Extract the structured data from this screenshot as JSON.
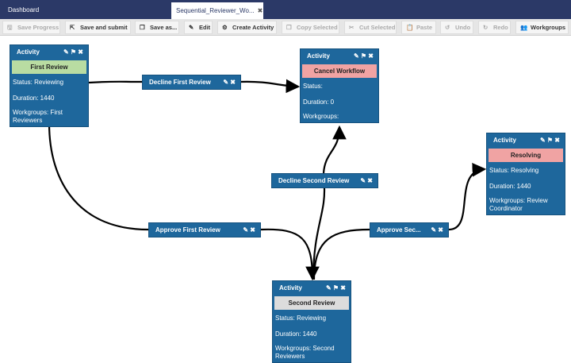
{
  "tabs": {
    "dashboard": "Dashboard",
    "active": "Sequential_Reviewer_Wo...",
    "close": "✖"
  },
  "toolbar": [
    {
      "label": "Save Progress",
      "icon": "save-icon",
      "glyph": "🖫",
      "disabled": true
    },
    {
      "label": "Save and submit",
      "icon": "share-icon",
      "glyph": "⇱",
      "disabled": false
    },
    {
      "label": "Save as...",
      "icon": "copy-icon",
      "glyph": "❐",
      "disabled": false
    },
    {
      "label": "Edit",
      "icon": "pencil-icon",
      "glyph": "✎",
      "disabled": false
    },
    {
      "label": "Create Activity",
      "icon": "gear-icon",
      "glyph": "⚙",
      "disabled": false
    },
    {
      "label": "Copy Selected",
      "icon": "copy-icon",
      "glyph": "❐",
      "disabled": true
    },
    {
      "label": "Cut Selected",
      "icon": "scissors-icon",
      "glyph": "✂",
      "disabled": true
    },
    {
      "label": "Paste",
      "icon": "paste-icon",
      "glyph": "📋",
      "disabled": true
    },
    {
      "label": "Undo",
      "icon": "undo-icon",
      "glyph": "↺",
      "disabled": true
    },
    {
      "label": "Redo",
      "icon": "redo-icon",
      "glyph": "↻",
      "disabled": true
    },
    {
      "label": "Workgroups",
      "icon": "users-icon",
      "glyph": "👥",
      "disabled": false
    }
  ],
  "activities": [
    {
      "header": "Activity",
      "title": "First Review",
      "band_color": "#b9dca2",
      "status": "Status: Reviewing",
      "duration": "Duration: 1440",
      "workgroups": "Workgroups: First Reviewers"
    },
    {
      "header": "Activity",
      "title": "Cancel Workflow",
      "band_color": "#f0a3a3",
      "status": "Status:",
      "duration": "Duration: 0",
      "workgroups": "Workgroups:"
    },
    {
      "header": "Activity",
      "title": "Resolving",
      "band_color": "#f0a3a3",
      "status": "Status: Resolving",
      "duration": "Duration: 1440",
      "workgroups": "Workgroups: Review Coordinator"
    },
    {
      "header": "Activity",
      "title": "Second Review",
      "band_color": "#dcdcdc",
      "status": "Status: Reviewing",
      "duration": "Duration: 1440",
      "workgroups": "Workgroups: Second Reviewers"
    }
  ],
  "transitions": [
    {
      "label": "Decline First Review"
    },
    {
      "label": "Decline Second Review"
    },
    {
      "label": "Approve First Review"
    },
    {
      "label": "Approve Sec..."
    }
  ],
  "icons": {
    "node": "✎ ⚑ ✖",
    "transition": "✎ ✖"
  }
}
